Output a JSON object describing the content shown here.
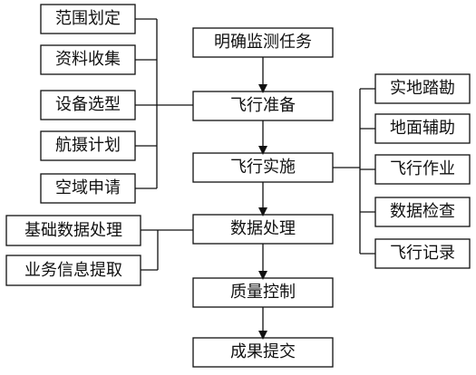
{
  "diagram": {
    "main_steps": [
      "明确监测任务",
      "飞行准备",
      "飞行实施",
      "数据处理",
      "质量控制",
      "成果提交"
    ],
    "preparation_items": [
      "范围划定",
      "资料收集",
      "设备选型",
      "航摄计划",
      "空域申请"
    ],
    "implementation_items": [
      "实地踏勘",
      "地面辅助",
      "飞行作业",
      "数据检查",
      "飞行记录"
    ],
    "processing_items": [
      "基础数据处理",
      "业务信息提取"
    ]
  }
}
